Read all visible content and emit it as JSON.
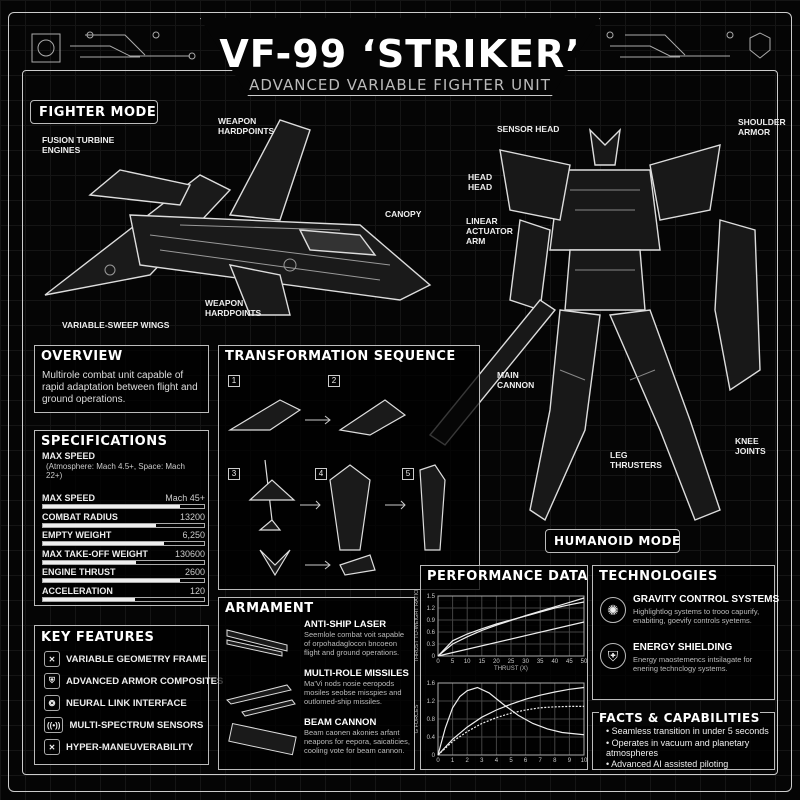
{
  "header": {
    "title": "VF-99 ‘STRIKER’",
    "subtitle": "ADVANCED VARIABLE FIGHTER UNIT"
  },
  "fighter": {
    "mode_label": "FIGHTER MODE",
    "callouts": [
      "FUSION TURBINE ENGINES",
      "WEAPON HARDPOINTS",
      "CANOPY",
      "WEAPON HARDPOINTS",
      "VARIABLE-SWEEP WINGS"
    ]
  },
  "humanoid": {
    "mode_label": "HUMANOID MODE",
    "callouts": [
      "SENSOR HEAD",
      "SHOULDER ARMOR",
      "HEAD HEAD",
      "LINEAR ACTUATOR ARM",
      "MAIN CANNON",
      "LEG THRUSTERS",
      "KNEE JOINTS"
    ]
  },
  "overview": {
    "title": "OVERVIEW",
    "text": "Multirole combat unit capable of rapid adaptation between flight and ground operations."
  },
  "specifications": {
    "title": "SPECIFICATIONS",
    "header_label": "MAX SPEED",
    "header_note": "(Atmosphere: Mach 4.5+, Space: Mach 22+)",
    "rows": [
      {
        "label": "MAX SPEED",
        "value": "Mach 45+",
        "fill": 0.85
      },
      {
        "label": "COMBAT RADIUS",
        "value": "13200",
        "fill": 0.7
      },
      {
        "label": "EMPTY WEIGHT",
        "value": "6,250",
        "fill": 0.75
      },
      {
        "label": "MAX TAKE-OFF WEIGHT",
        "value": "130600",
        "fill": 0.58
      },
      {
        "label": "ENGINE THRUST",
        "value": "2600",
        "fill": 0.85
      },
      {
        "label": "ACCELERATION",
        "value": "120",
        "fill": 0.57
      }
    ]
  },
  "key_features": {
    "title": "KEY FEATURES",
    "items": [
      {
        "label": "VARIABLE GEOMETRY FRAME",
        "icon": "✕"
      },
      {
        "label": "ADVANCED ARMOR COMPOSITES",
        "icon": "⛨"
      },
      {
        "label": "NEURAL LINK INTERFACE",
        "icon": "❂"
      },
      {
        "label": "MULTI-SPECTRUM SENSORS",
        "icon": "((•))"
      },
      {
        "label": "HYPER-MANEUVERABILITY",
        "icon": "✕"
      }
    ]
  },
  "transformation": {
    "title": "TRANSFORMATION SEQUENCE",
    "steps": [
      "1",
      "2",
      "3",
      "4",
      "5"
    ]
  },
  "armament": {
    "title": "ARMAMENT",
    "items": [
      {
        "name": "ANTI-SHIP LASER",
        "desc": "Seemlole combat voit sapable of orpohadaglocon bncoeon flight and ground operations."
      },
      {
        "name": "MULTI-ROLE MISSILES",
        "desc": "Ma'Vi nods nosie eeropods mosiles seobse misspies and outlomed-ship missiles."
      },
      {
        "name": "BEAM CANNON",
        "desc": "Beam caonen akonies arfant neapons for eepora, saicaticies, cooling vote for beam cannon."
      }
    ]
  },
  "performance": {
    "title": "PERFORMANCE DATA"
  },
  "technologies": {
    "title": "TECHNOLOGIES",
    "items": [
      {
        "name": "GRAVITY CONTROL SYSTEMS",
        "desc": "Highlightlog systems to trooo capurify, enabiting, goevify controls syetems."
      },
      {
        "name": "ENERGY SHIELDING",
        "desc": "Energy maostemencs intsilagate for enering technclogy systems."
      }
    ]
  },
  "facts": {
    "title": "FACTS & CAPABILITIES",
    "items": [
      "Seamless transition in under 5 seconds",
      "Operates in vacuum and planetary atmospheres",
      "Advanced AI assisted piloting"
    ]
  },
  "chart_data": [
    {
      "type": "line",
      "title": "",
      "xlabel": "THRUST (X)",
      "ylabel": "THRUST TO-WEIGHT RATIO",
      "xlim": [
        0,
        50
      ],
      "ylim": [
        0,
        1.5
      ],
      "xticks": [
        0,
        5,
        10,
        15,
        20,
        25,
        30,
        35,
        40,
        45,
        50
      ],
      "yticks": [
        0,
        0.3,
        0.6,
        0.9,
        1.2,
        1.5
      ],
      "grid": true,
      "series": [
        {
          "name": "a",
          "x": [
            0,
            5,
            10,
            15,
            20,
            25,
            30,
            35,
            40,
            45,
            50
          ],
          "y": [
            0,
            0.38,
            0.55,
            0.68,
            0.8,
            0.9,
            1.0,
            1.1,
            1.2,
            1.28,
            1.35
          ]
        },
        {
          "name": "b",
          "x": [
            0,
            5,
            10,
            15,
            20,
            25,
            30,
            35,
            40,
            45,
            50
          ],
          "y": [
            0,
            0.3,
            0.48,
            0.64,
            0.77,
            0.89,
            1.01,
            1.12,
            1.23,
            1.34,
            1.45
          ]
        },
        {
          "name": "c",
          "x": [
            0,
            50
          ],
          "y": [
            0,
            0.85
          ]
        }
      ]
    },
    {
      "type": "line",
      "title": "",
      "xlabel": "",
      "ylabel": "G FORCES",
      "xlim": [
        0,
        10
      ],
      "ylim": [
        0,
        1.6
      ],
      "xticks": [
        0,
        1,
        2,
        3,
        4,
        5,
        6,
        7,
        8,
        9,
        10
      ],
      "yticks": [
        0,
        0.4,
        0.8,
        1.2,
        1.6
      ],
      "grid": true,
      "series": [
        {
          "name": "peak",
          "x": [
            0,
            0.5,
            1,
            1.5,
            2,
            2.7,
            3.5,
            4.5,
            5.5,
            6.5,
            7.5,
            8.5,
            10
          ],
          "y": [
            0,
            0.6,
            1.05,
            1.3,
            1.43,
            1.5,
            1.38,
            1.12,
            0.88,
            0.7,
            0.58,
            0.5,
            0.45
          ]
        },
        {
          "name": "rise",
          "x": [
            0,
            1,
            2,
            3,
            4,
            5,
            6,
            7,
            8,
            9,
            10
          ],
          "y": [
            0,
            0.35,
            0.62,
            0.84,
            1.0,
            1.13,
            1.24,
            1.33,
            1.4,
            1.46,
            1.5
          ]
        },
        {
          "name": "dotted",
          "x": [
            0,
            1,
            2,
            3,
            4,
            5,
            6,
            7,
            8,
            9,
            10
          ],
          "y": [
            0,
            0.3,
            0.52,
            0.7,
            0.83,
            0.93,
            1.0,
            1.05,
            1.07,
            1.08,
            1.08
          ]
        }
      ]
    }
  ]
}
